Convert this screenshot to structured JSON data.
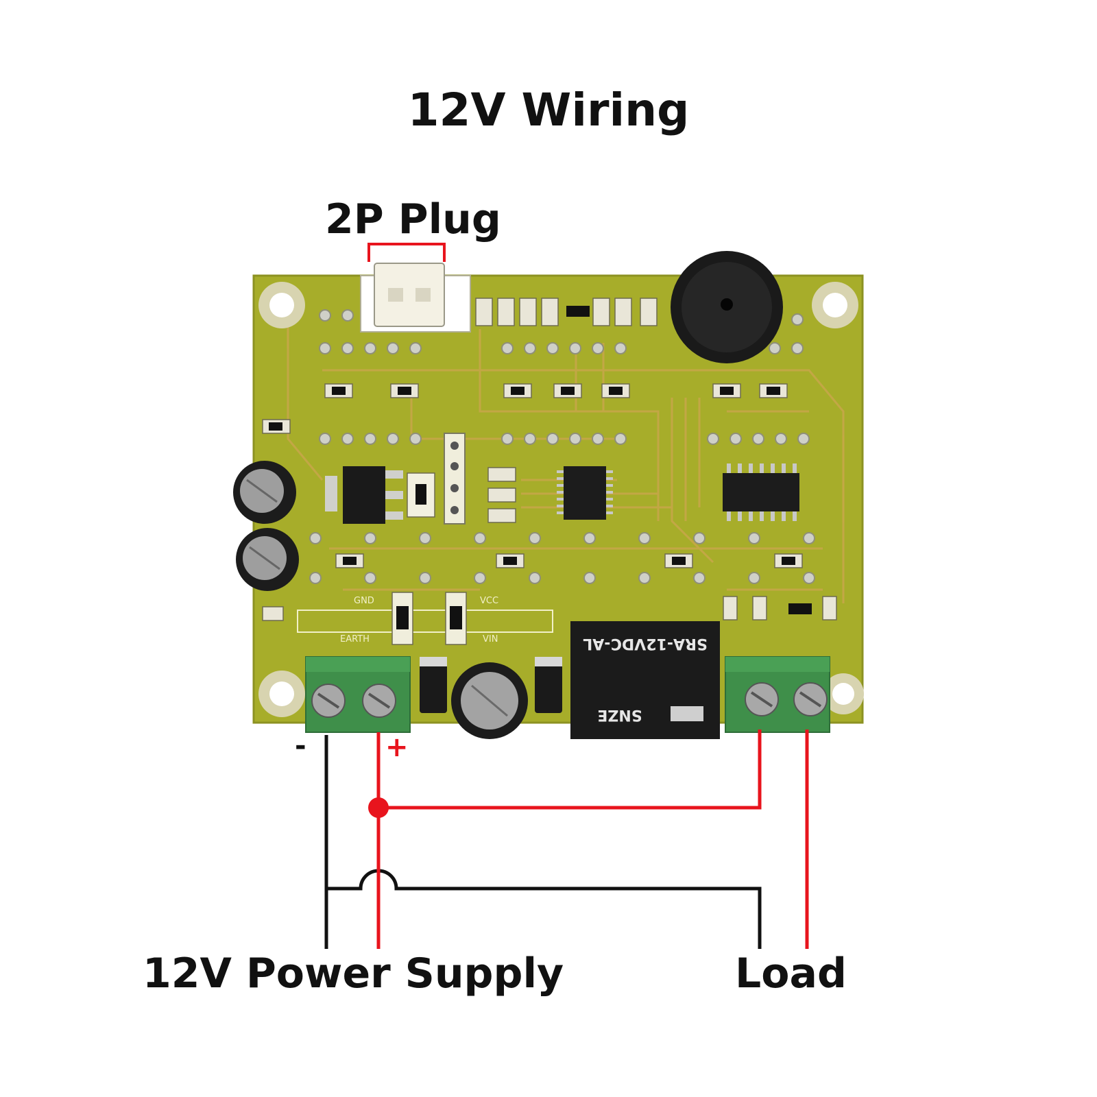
{
  "title": "12V Wiring",
  "labels": {
    "plug": "2P Plug",
    "power_supply": "12V Power Supply",
    "load": "Load",
    "minus": "-",
    "plus": "+"
  },
  "board": {
    "relay_text": "SRA-12VDC-AL",
    "relay_brand": "SNZE",
    "silk_gnd": "GND",
    "silk_vcc": "VCC",
    "silk_earth": "EARTH",
    "silk_vin": "VIN"
  },
  "colors": {
    "pcb": "#a7ad2a",
    "terminal": "#3f8f4a",
    "wire_positive": "#e8141d",
    "wire_negative": "#111111"
  }
}
